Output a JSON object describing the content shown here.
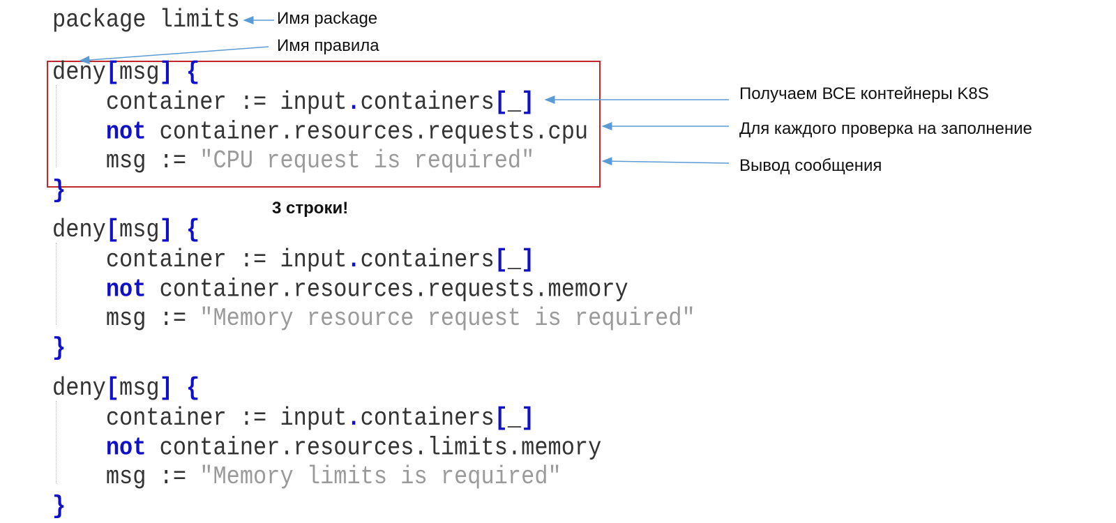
{
  "package_line": "package limits",
  "rules": [
    {
      "head": [
        "deny",
        "[",
        "msg",
        "]",
        " ",
        "{"
      ],
      "line1": {
        "a": "container := input",
        "b": ".",
        "c": "containers",
        "d": "[",
        "e": "_",
        "f": "]"
      },
      "line2": {
        "kw": "not",
        "rest": " container.resources.requests.cpu"
      },
      "line3": {
        "a": "msg := ",
        "str": "\"CPU request is required\""
      },
      "close": "}"
    },
    {
      "head": [
        "deny",
        "[",
        "msg",
        "]",
        " ",
        "{"
      ],
      "line1": {
        "a": "container := input",
        "b": ".",
        "c": "containers",
        "d": "[",
        "e": "_",
        "f": "]"
      },
      "line2": {
        "kw": "not",
        "rest": " container.resources.requests.memory"
      },
      "line3": {
        "a": "msg := ",
        "str": "\"Memory resource request is required\""
      },
      "close": "}"
    },
    {
      "head": [
        "deny",
        "[",
        "msg",
        "]",
        " ",
        "{"
      ],
      "line1": {
        "a": "container := input",
        "b": ".",
        "c": "containers",
        "d": "[",
        "e": "_",
        "f": "]"
      },
      "line2": {
        "kw": "not",
        "rest": " container.resources.limits.memory"
      },
      "line3": {
        "a": "msg := ",
        "str": "\"Memory limits is required\""
      },
      "close": "}"
    }
  ],
  "annotations": {
    "package_name": "Имя package",
    "rule_name": "Имя правила",
    "get_containers": "Получаем ВСЕ контейнеры K8S",
    "check_each": "Для каждого проверка на заполнение",
    "output_message": "Вывод сообщения",
    "three_lines": "3 строки!"
  },
  "colors": {
    "keyword": "#1010c8",
    "string": "#9a9a9a",
    "highlight_box": "#c0282d",
    "arrow": "#5b9bd5"
  }
}
